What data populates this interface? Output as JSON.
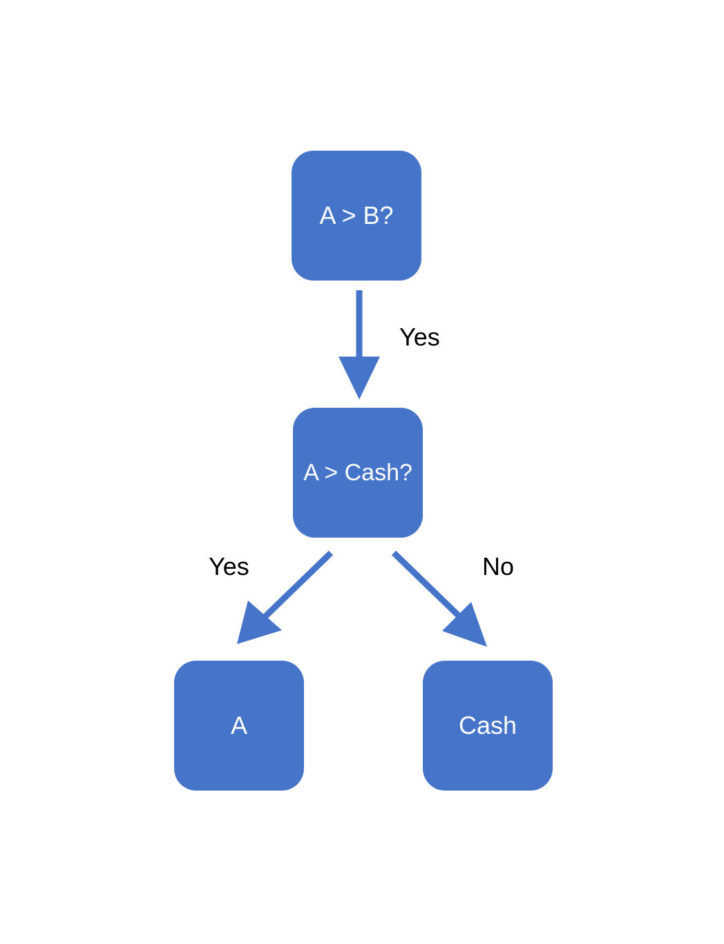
{
  "colors": {
    "node_fill": "#4674C8",
    "edge": "#4674C8",
    "node_text": "#FFFFFF",
    "label_text": "#000000"
  },
  "nodes": {
    "root": {
      "label": "A > B?"
    },
    "mid": {
      "label": "A > Cash?"
    },
    "leaf_a": {
      "label": "A"
    },
    "leaf_cash": {
      "label": "Cash"
    }
  },
  "edges": [
    {
      "from": "root",
      "to": "mid",
      "label": "Yes"
    },
    {
      "from": "mid",
      "to": "leaf_a",
      "label": "Yes"
    },
    {
      "from": "mid",
      "to": "leaf_cash",
      "label": "No"
    }
  ]
}
